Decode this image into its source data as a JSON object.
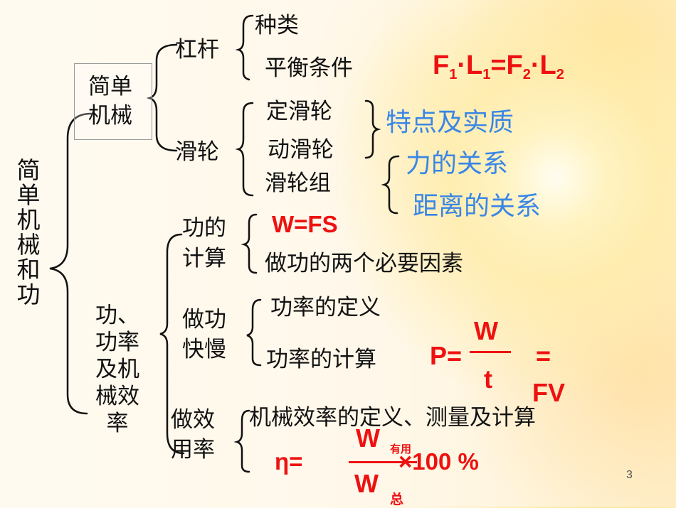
{
  "root": "简单机械和功",
  "simple_machine": {
    "label_line1": "简单",
    "label_line2": "机械",
    "lever": {
      "label": "杠杆",
      "items": [
        "种类",
        "平衡条件"
      ],
      "formula": {
        "F1": "F",
        "s1": "1",
        "dot1": "·",
        "L1": "L",
        "s2": "1",
        "eq": "=",
        "F2": "F",
        "s3": "2",
        "dot2": "·",
        "L2": "L",
        "s4": "2"
      }
    },
    "pulley": {
      "label": "滑轮",
      "items": [
        "定滑轮",
        "动滑轮",
        "滑轮组"
      ],
      "notes": [
        "特点及实质",
        "力的关系",
        "距离的关系"
      ]
    }
  },
  "work_power": {
    "label_lines": [
      "功、",
      "功率",
      "及机",
      "械效",
      "率"
    ],
    "work_calc": {
      "label_line1": "功的",
      "label_line2": "计算",
      "formula": "W=FS",
      "item": "做功的两个必要因素"
    },
    "speed": {
      "label_line1": "做功",
      "label_line2": "快慢",
      "items": [
        "功率的定义",
        "功率的计算"
      ],
      "formula": {
        "lhs": "P=",
        "num": "W",
        "den": "t",
        "eq": "=",
        "rhs": "FV"
      }
    },
    "efficiency": {
      "label_line1": "做效",
      "label_line2": "用率",
      "item": "机械效率的定义、测量及计算",
      "formula": {
        "lhs": "η=",
        "num": "W",
        "num_sub": "有用",
        "den": "W",
        "den_sub": "总",
        "times": "×100 %"
      }
    }
  },
  "page_number": "3",
  "colors": {
    "formula": "#ee1111",
    "note": "#3a86e6",
    "text": "#111111"
  }
}
